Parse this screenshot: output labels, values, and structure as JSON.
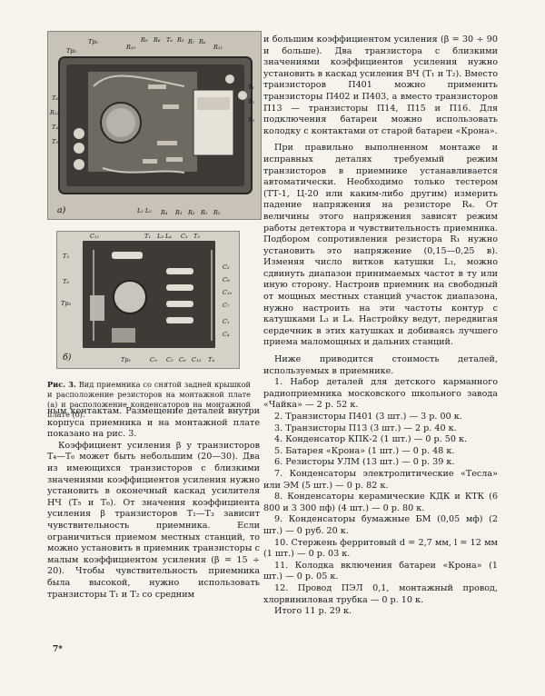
{
  "figure": {
    "panel_a_tag": "а)",
    "panel_b_tag": "б)",
    "labels_a": {
      "tr2": "Тр₂",
      "tr1": "Тр₁",
      "r10": "R₁₀",
      "r9": "R₉",
      "r8": "R₈",
      "t6a": "Т₆",
      "r5": "R₅",
      "r7": "R₇",
      "r6": "R₆",
      "r11": "R₁₁",
      "left_t6": "Т₆",
      "left_r12": "R₁₂",
      "left_t4": "Т₄",
      "left_t5": "Т₅",
      "right_t1": "Т₁",
      "right_t2": "Т₂",
      "right_t3": "Т₃",
      "b_l1l2": "L₁ L₂",
      "b_r4": "R₄",
      "b_r3": "R₃",
      "b_r2": "R₂",
      "b_r1": "R₁",
      "b_r2b": "R₂"
    },
    "labels_b": {
      "c11": "С₁₁",
      "t1": "Т₁",
      "l3l4": "L₃ L₄",
      "c3": "С₃",
      "t2": "Т₂",
      "c2": "С₂",
      "c8": "С₈",
      "c10": "С₁₀",
      "c7": "С₇",
      "t5": "Т₅",
      "t6": "Т₆",
      "tr2": "Тр₂",
      "c1": "С₁",
      "c4": "С₄",
      "b_tr1": "Тр₁",
      "b_c9": "С₉",
      "b_c5": "С₅",
      "b_c6": "С₆",
      "b_c13": "С₁₃",
      "b_t4": "Т₄"
    },
    "caption_title": "Рис. 3.",
    "caption_text": " Вид приемника со снятой задней крышкой и расположение резисторов на монтажной плате (а) и расположение конденсаторов на монтажной плате (б)."
  },
  "left_paragraphs": [
    "ным контактам. Размещение деталей внутри корпуса приемника и на монтажной плате показано на рис. 3.",
    "Коэффициент усиления β у транзисторов T₄—T₆ может быть небольшим (20—30). Два из имеющихся транзисторов с близкими значениями коэффициентов усиления нужно установить в оконечный каскад усилителя НЧ (T₅ и T₆). От значения коэффициента усиления β транзисторов T₁—T₃ зависит чувствительность приемника. Если ограничиться приемом местных станций, то можно установить в приемник транзисторы с малым коэффициентом усиления (β = 15 ÷ 20). Чтобы чувствительность приемника была высокой, нужно использовать транзисторы T₁ и T₂ со средним"
  ],
  "right_paragraphs": [
    "и большим коэффициентом усиления (β = 30 ÷ 90 и больше). Два транзистора с близкими значениями коэффициентов усиления нужно установить в каскад усиления ВЧ (T₁ и T₂). Вместо транзисторов П401 можно применить транзисторы П402 и П403, а вместо транзисторов П13 — транзисторы П14, П15 и П16. Для подключения батареи можно использовать колодку с контактами от старой батареи «Крона».",
    "При правильно выполненном монтаже и исправных деталях требуемый режим транзисторов в приемнике устанавливается автоматически. Необходимо только тестером (ТТ-1, Ц-20 или каким-либо другим) измерить падение напряжения на резисторе R₄. От величины этого напряжения зависят режим работы детектора и чувствительность приемника. Подбором сопротивления резистора R₁ нужно установить это напряжение (0,15—0,25 в). Изменяя число витков катушки L₁, можно сдвинуть диапазон принимаемых частот в ту или иную сторону. Настроив приемник на свободный от мощных местных станций участок диапазона, нужно настроить на эти частоты контур с катушками L₃ и L₄. Настройку ведут, передвигая сердечник в этих катушках и добиваясь лучшего приема маломощных и дальних станций.",
    "Ниже приводится стоимость деталей, используемых в приемнике."
  ],
  "list_items": [
    "1. Набор деталей для детского карманного радиоприемника московского школьного завода «Чайка» — 2 р. 52 к.",
    "2. Транзисторы П401 (3 шт.) — 3 р. 00 к.",
    "3. Транзисторы П13 (3 шт.) — 2 р. 40 к.",
    "4. Конденсатор КПК-2 (1 шт.) — 0 р. 50 к.",
    "5. Батарея «Крона» (1 шт.) — 0 р. 48 к.",
    "6. Резисторы УЛМ (13 шт.) — 0 р. 39 к.",
    "7. Конденсаторы электролитические «Тесла» или ЭМ (5 шт.) — 0 р. 82 к.",
    "8. Конденсаторы керамические КДК и КТК (6 800 и 3 300 пф) (4 шт.) — 0 р. 80 к.",
    "9. Конденсаторы бумажные БМ (0,05 мф) (2 шт.) — 0 руб. 20 к.",
    "10. Стержень ферритовый d = 2,7 мм, l = 12 мм (1 шт.) — 0 р. 03 к.",
    "11. Колодка включения батареи «Крона» (1 шт.) — 0 р. 05 к.",
    "12. Провод ПЭЛ 0,1, монтажный провод, хлорвиниловая трубка — 0 р. 10 к.",
    "Итого 11 р. 29 к."
  ],
  "page_number": "7*"
}
